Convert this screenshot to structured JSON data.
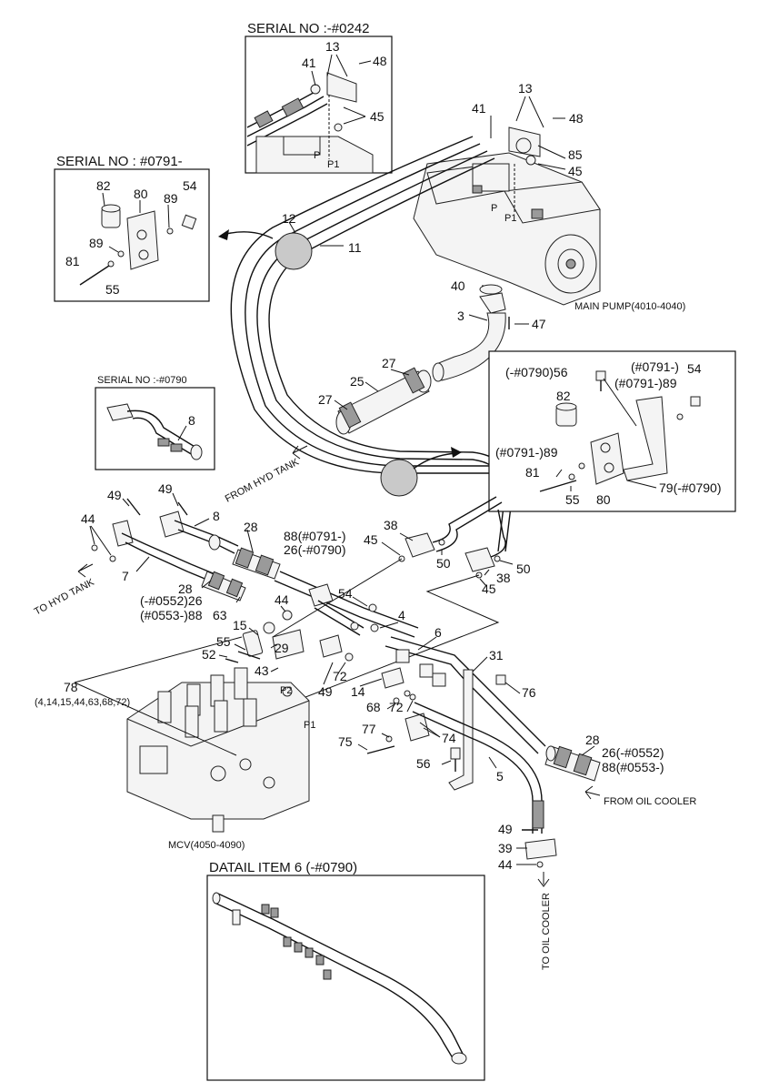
{
  "insets": {
    "serial_0242": "SERIAL NO :-#0242",
    "serial_0791": "SERIAL NO : #0791-",
    "serial_0790": "SERIAL NO :-#0790",
    "detail_item6": "DATAIL ITEM 6 (-#0790)"
  },
  "captions": {
    "main_pump": "MAIN PUMP(4010-4040)",
    "mcv": "MCV(4050-4090)",
    "from_hyd_tank": "FROM HYD TANK",
    "to_hyd_tank": "TO HYD TANK",
    "from_oil_cooler": "FROM OIL COOLER",
    "to_oil_cooler": "TO OIL COOLER",
    "p1": "P1",
    "p2": "P2",
    "p": "P",
    "p1b": "P1"
  },
  "labels": {
    "i13a": "13",
    "i41a": "41",
    "i48a": "48",
    "i45a": "45",
    "i13b": "13",
    "i41b": "41",
    "i48b": "48",
    "i85": "85",
    "i45b": "45",
    "i82a": "82",
    "i80a": "80",
    "i89a": "89",
    "i54a": "54",
    "i89b": "89",
    "i81a": "81",
    "i55a": "55",
    "i12": "12",
    "i11": "11",
    "i40": "40",
    "i3": "3",
    "i47": "47",
    "i27a": "27",
    "i25": "25",
    "i27b": "27",
    "i8": "8",
    "i56": "(-#0790)56",
    "i79891": "(#0791-)",
    "i54b": "54",
    "i89c": "(#0791-)89",
    "i82b": "82",
    "i89d": "(#0791-)89",
    "i81b": "81",
    "i55b": "55",
    "i80b": "80",
    "i79": "79(-#0790)",
    "i49a": "49",
    "i49b": "49",
    "i8b": "8",
    "i28a": "28",
    "i88a": "88(#0791-)",
    "i26a": "26(-#0790)",
    "i44a": "44",
    "i7": "7",
    "i38a": "38",
    "i45c": "45",
    "i50a": "50",
    "i38b": "38",
    "i50b": "50",
    "i45d": "45",
    "i28b": "28",
    "i26b": "(-#0552)26",
    "i88b": "(#0553-)88",
    "i63": "63",
    "i54c": "54",
    "i44b": "44",
    "i15": "15",
    "i4": "4",
    "i6": "6",
    "i55c": "55",
    "i52": "52",
    "i29": "29",
    "i43": "43",
    "i72a": "72",
    "i49c": "49",
    "i14": "14",
    "i31": "31",
    "i78": "78",
    "i78b": "(4,14,15,44,63,68,72)",
    "i68": "68",
    "i72b": "72",
    "i76": "76",
    "i77": "77",
    "i75": "75",
    "i74": "74",
    "i28c": "28",
    "i26c": "26(-#0552)",
    "i88c": "88(#0553-)",
    "i56b": "56",
    "i5": "5",
    "i49d": "49",
    "i39": "39",
    "i44c": "44"
  }
}
